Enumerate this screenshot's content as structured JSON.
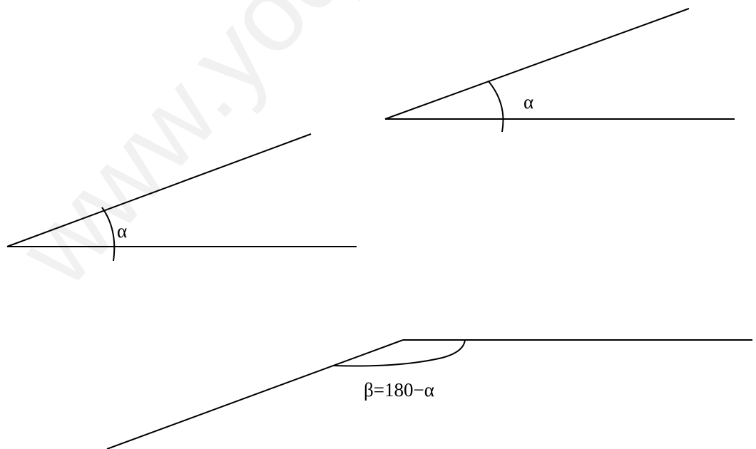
{
  "colors": {
    "line": "#000000",
    "background": "#ffffff",
    "watermark": "#d9d9d9"
  },
  "watermark": {
    "text": "www.yoquie"
  },
  "figures": {
    "top_right": {
      "angle_label": "α"
    },
    "middle_left": {
      "angle_label": "α"
    },
    "bottom": {
      "angle_label": "β=180−α"
    }
  }
}
